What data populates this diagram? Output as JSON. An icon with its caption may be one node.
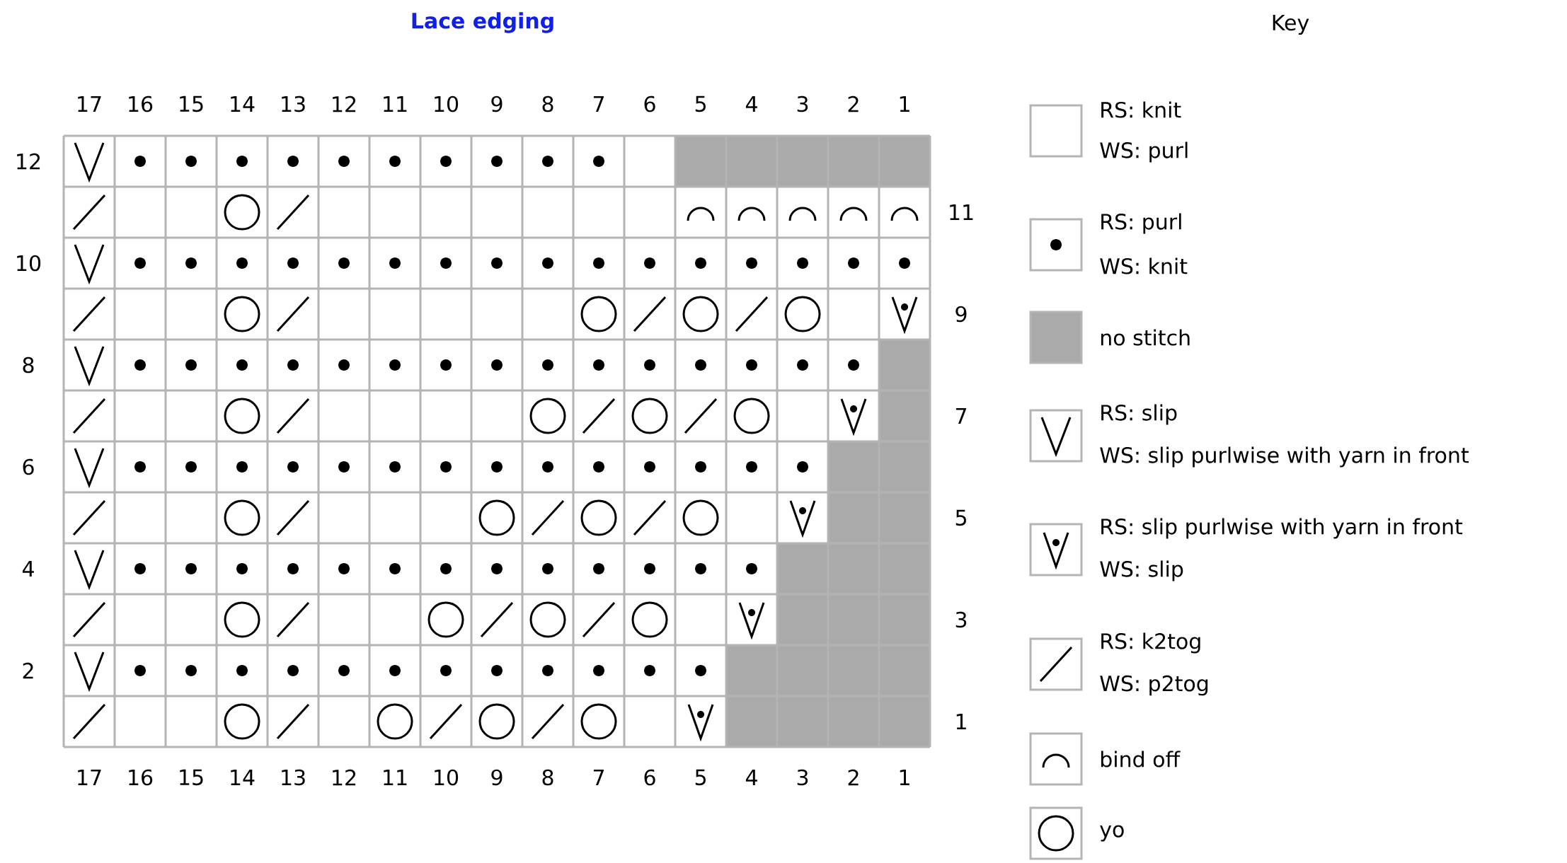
{
  "diagram": {
    "title": "Lace edging",
    "nodes": [
      {
        "text": [],
        "shape": "box",
        "beside": [
          "RS: knit",
          "WS: purl"
        ]
      },
      {
        "text": [],
        "shape": "box",
        "beside": [
          "RS: purl",
          "WS: knit"
        ]
      },
      {
        "text": [],
        "shape": "box",
        "beside": [
          "no stitch"
        ]
      },
      {
        "text": [],
        "shape": "box",
        "beside": [
          "RS: slip",
          "WS: slip purlwise with yarn in front"
        ]
      },
      {
        "text": [],
        "shape": "box",
        "beside": [
          "RS: slip purlwise with yarn in front",
          "WS: slip"
        ]
      },
      {
        "text": [],
        "shape": "box",
        "beside": [
          "RS: k2tog",
          "WS: p2tog"
        ]
      },
      {
        "text": [],
        "shape": "box",
        "beside": [
          "bind off"
        ]
      },
      {
        "text": [],
        "shape": "box",
        "beside": [
          "yo"
        ]
      }
    ],
    "labels": [
      "Key",
      "17",
      "16",
      "15",
      "14",
      "13",
      "12",
      "11",
      "10",
      "9",
      "8",
      "7",
      "6",
      "5",
      "4",
      "3",
      "2",
      "1",
      "12",
      "11",
      "10",
      "9",
      "8",
      "7",
      "6",
      "5",
      "4",
      "3",
      "2",
      "1",
      "17",
      "16",
      "15",
      "14",
      "13",
      "12",
      "11",
      "10",
      "9",
      "8",
      "7",
      "6",
      "5",
      "4",
      "3",
      "2",
      "1"
    ]
  }
}
